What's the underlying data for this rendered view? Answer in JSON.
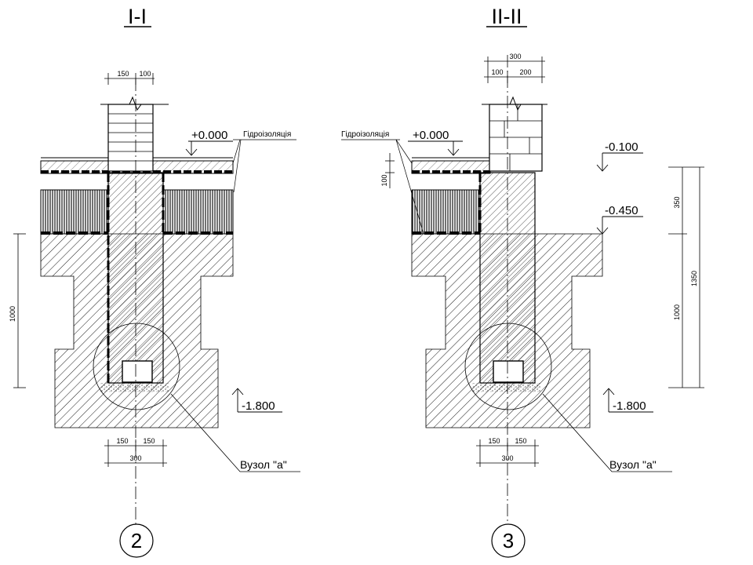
{
  "sections": [
    {
      "title": "I-I",
      "axis_label": "2",
      "top_dims": [
        "150",
        "100"
      ],
      "bottom_dims": [
        "150",
        "150",
        "300"
      ],
      "level_zero": "+0.000",
      "level_bottom": "-1.800",
      "waterproofing_label": "Гідроізоляція",
      "left_dim": "1000",
      "node_label": "Вузол \"а\""
    },
    {
      "title": "II-II",
      "axis_label": "3",
      "top_dims": [
        "300",
        "100",
        "200"
      ],
      "bottom_dims": [
        "150",
        "150",
        "300"
      ],
      "level_zero": "+0.000",
      "level_ground_1": "-0.100",
      "level_ground_2": "-0.450",
      "level_bottom": "-1.800",
      "waterproofing_label": "Гідроізоляція",
      "small_dim": "100",
      "right_dims": [
        "350",
        "1000",
        "1350"
      ],
      "node_label": "Вузол \"а\""
    }
  ]
}
